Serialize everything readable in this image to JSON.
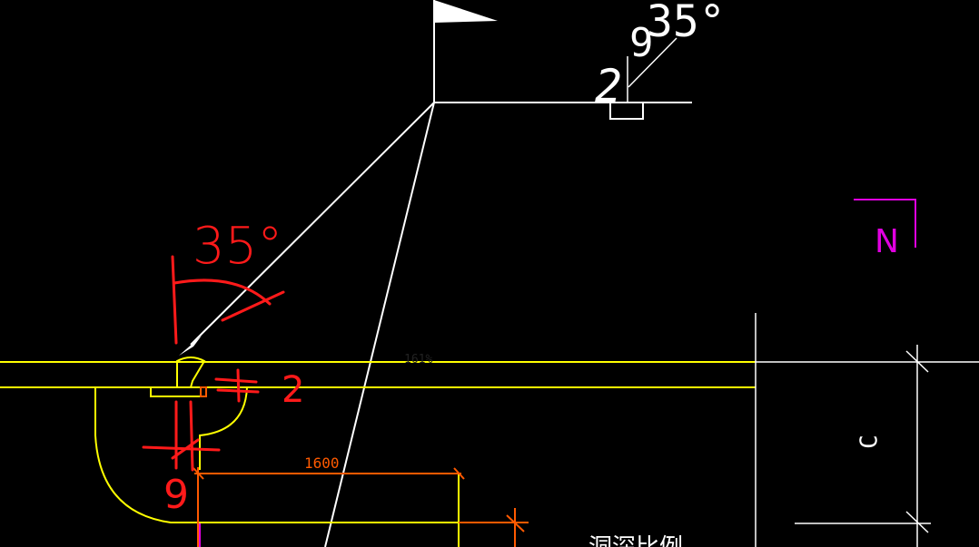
{
  "drawing": {
    "dimension_label": "1600",
    "north_label": "N",
    "faint_label": "161%",
    "axis_label": "C",
    "bottom_text": "洞深比例",
    "annotation_angle_white": "35°",
    "annotation_white_digits": [
      "2",
      "9"
    ],
    "annotation_red_angle": "35°",
    "annotation_red_digits": [
      "2",
      "9"
    ]
  },
  "colors": {
    "background": "#000000",
    "wall": "#ffff00",
    "dimension": "#ff5a00",
    "handwriting": "#ff1a1a",
    "north": "#e000e0",
    "line": "#ffffff"
  }
}
